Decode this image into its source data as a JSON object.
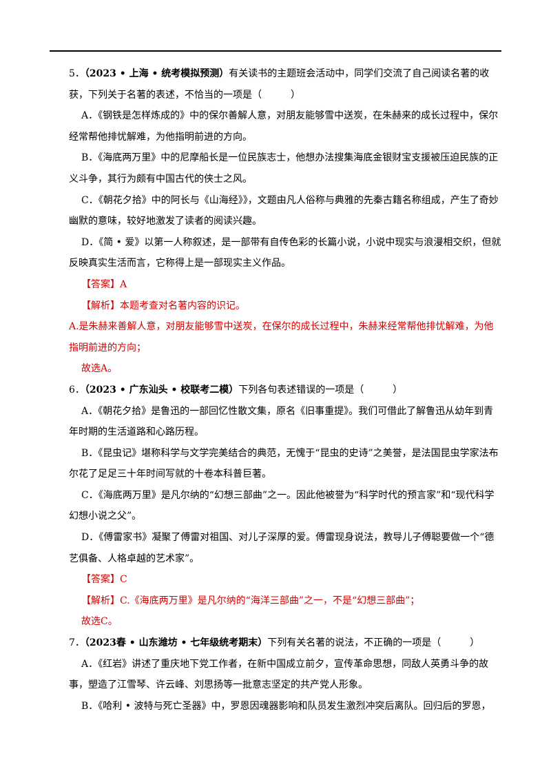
{
  "questions": [
    {
      "num": "5．",
      "source": "（2023 • 上海 • 统考模拟预测）",
      "stem": "有关读书的主题班会活动中，同学们交流了自己阅读名著的收获，下列关于名著的表述，不恰当的一项是（　　　）",
      "options": [
        "A．《钢铁是怎样炼成的》中的保尔善解人意，对朋友能够雪中送炭，在朱赫来的成长过程中，保尔经常帮他排忧解难，为他指明前进的方向。",
        "B．《海底两万里》中的尼摩船长是一位民族志士，他想办法搜集海底金银财宝支援被压迫民族的正义斗争，其行为颇有中国古代的侠士之风。",
        "C．《朝花夕拾》中的阿长与《山海经》》，文题由凡人俗称与典雅的先秦古籍名称组成，产生了奇妙幽默的意味，较好地激发了读者的阅读兴趣。",
        "D．《简 • 爱》以第一人称叙述，是一部带有自传色彩的长篇小说，小说中现实与浪漫相交织，但就反映真实生活而言，它称得上是一部现实主义作品。"
      ],
      "answer": "【答案】A",
      "analysis": "【解析】本题考查对名著内容的识记。",
      "explanation": "A.是朱赫来善解人意，对朋友能够雪中送炭，在保尔的成长过程中，朱赫来经常帮他排忧解难，为他指明前进的方向；",
      "conclusion": "故选A。"
    },
    {
      "num": "6．",
      "source": "（2023 • 广东汕头 • 校联考二模）",
      "stem": "下列各句表述错误的一项是（　　　）",
      "options": [
        "A．《朝花夕拾》是鲁迅的一部回忆性散文集，原名《旧事重提》。我们可借此了解鲁迅从幼年到青年时期的生活道路和心路历程。",
        "B．《昆虫记》堪称科学与文学完美结合的典范，无愧于“昆虫的史诗”之美誉，是法国昆虫学家法布尔花了足足三十年时间写就的十卷本科普巨著。",
        "C．《海底两万里》是凡尔纳的“幻想三部曲”之一。因此他被誉为“科学时代的预言家”和“现代科学幻想小说之父”。",
        "D．《傅雷家书》凝聚了傅雷对祖国、对儿子深厚的爱。傅雷现身说法，教导儿子傅聪要做一个“德艺俱备、人格卓越的艺术家”。"
      ],
      "answer": "【答案】C",
      "analysis": "【解析】C.《海底两万里》是凡尔纳的“海洋三部曲”之一，不是“幻想三部曲”；",
      "conclusion": "故选C。"
    },
    {
      "num": "7．",
      "source": "（2023春 • 山东潍坊 • 七年级统考期末）",
      "stem": "下列有关名著的说法，不正确的一项是（　　　）",
      "options": [
        "A．《红岩》讲述了重庆地下党工作者，在新中国成立前夕，宣传革命思想，同敌人英勇斗争的故事，塑造了江雪琴、许云峰、刘思扬等一批意志坚定的共产党人形象。",
        "B．《哈利 • 波特与死亡圣器》中，罗恩因魂器影响和队员发生激烈冲突后离队。回归后的罗恩，"
      ]
    }
  ]
}
